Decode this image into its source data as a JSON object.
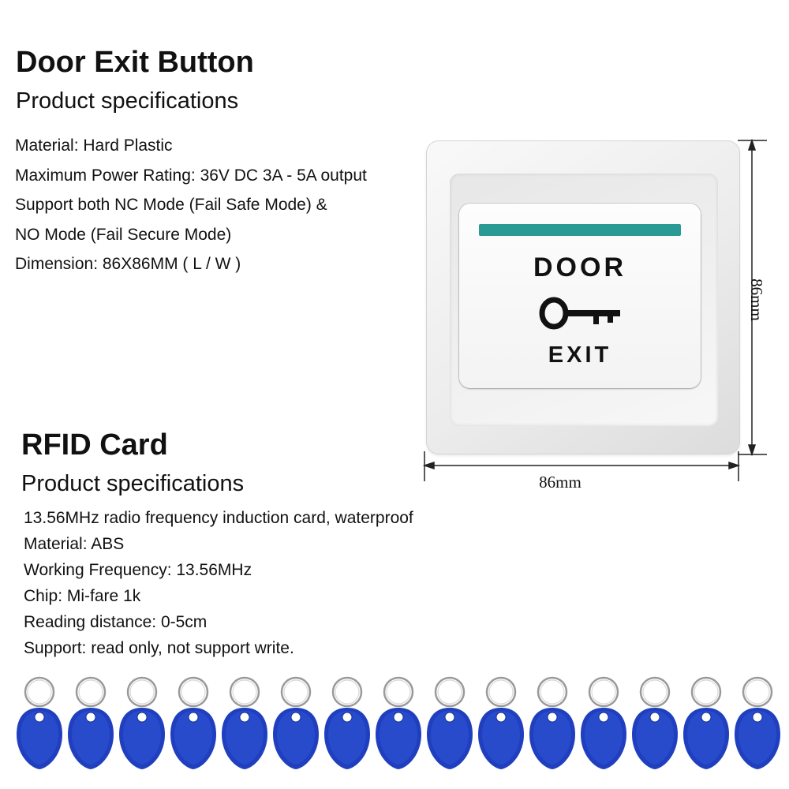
{
  "door": {
    "title": "Door Exit Button",
    "subtitle": "Product specifications",
    "specs": [
      "Material: Hard Plastic",
      "Maximum Power Rating: 36V DC 3A - 5A output",
      "Support both NC Mode (Fail Safe Mode) &",
      "NO Mode (Fail Secure Mode)",
      "Dimension:  86X86MM ( L / W  )"
    ]
  },
  "switch": {
    "top_label": "DOOR",
    "bottom_label": "EXIT",
    "icon": "key-icon",
    "indicator_color": "#2a9a95"
  },
  "dimensions": {
    "width_label": "86mm",
    "height_label": "86mm"
  },
  "rfid": {
    "title": "RFID Card",
    "subtitle": "Product specifications",
    "specs": [
      "13.56MHz radio frequency induction card, waterproof",
      "Material: ABS",
      "Working Frequency: 13.56MHz",
      "Chip: Mi-fare 1k",
      "Reading distance: 0-5cm",
      "Support: read only, not support write."
    ]
  },
  "fobs": {
    "count": 15,
    "icon": "keyfob-icon",
    "color": "#1f3fbf"
  }
}
